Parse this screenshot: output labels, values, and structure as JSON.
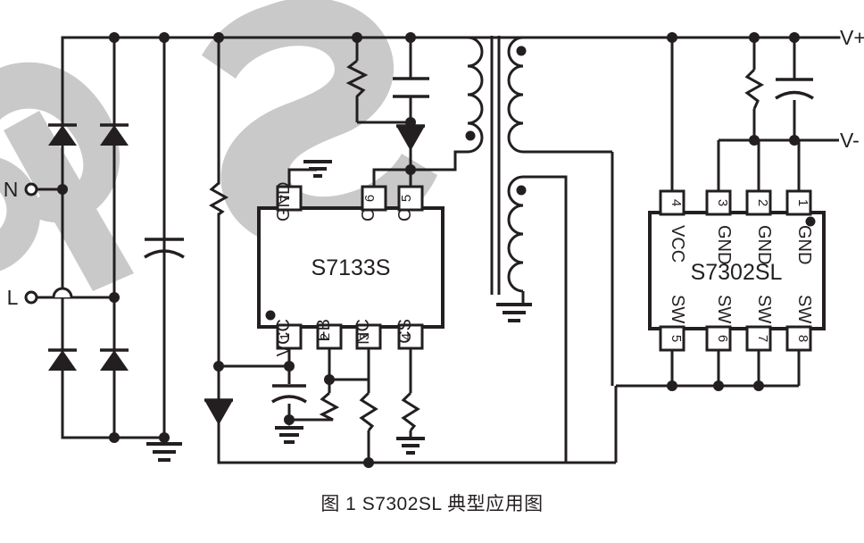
{
  "figure": {
    "caption": "图 1 S7302SL 典型应用图",
    "watermark": "RPS",
    "colors": {
      "line": "#231f20",
      "label": "#231f20",
      "watermark": "#c9c9c9",
      "background": "#ffffff"
    }
  },
  "terminals": [
    {
      "id": "n",
      "label": "N"
    },
    {
      "id": "l",
      "label": "L"
    },
    {
      "id": "vplus",
      "label": "V+"
    },
    {
      "id": "vminus",
      "label": "V-"
    }
  ],
  "ics": [
    {
      "id": "u1",
      "part": "S7133S",
      "pins_top": [
        {
          "number": "7",
          "name": "GND"
        },
        {
          "number": "6",
          "name": "C"
        },
        {
          "number": "5",
          "name": "C"
        }
      ],
      "pins_bottom": [
        {
          "number": "1",
          "name": "VCC"
        },
        {
          "number": "2",
          "name": "FB"
        },
        {
          "number": "3",
          "name": "NC"
        },
        {
          "number": "4",
          "name": "CS"
        }
      ]
    },
    {
      "id": "u2",
      "part": "S7302SL",
      "pins_top": [
        {
          "number": "4",
          "name": "VCC"
        },
        {
          "number": "3",
          "name": "GND"
        },
        {
          "number": "2",
          "name": "GND"
        },
        {
          "number": "1",
          "name": "GND"
        }
      ],
      "pins_bottom": [
        {
          "number": "5",
          "name": "SW"
        },
        {
          "number": "6",
          "name": "SW"
        },
        {
          "number": "7",
          "name": "SW"
        },
        {
          "number": "8",
          "name": "SW"
        }
      ]
    }
  ],
  "components": {
    "diodes": [
      {
        "id": "d1",
        "role": "bridge-rectifier-diode"
      },
      {
        "id": "d2",
        "role": "bridge-rectifier-diode"
      },
      {
        "id": "d3",
        "role": "bridge-rectifier-diode"
      },
      {
        "id": "d4",
        "role": "bridge-rectifier-diode"
      },
      {
        "id": "d5",
        "role": "snubber-clamp-diode"
      },
      {
        "id": "d6",
        "role": "vcc-supply-diode"
      }
    ],
    "resistors": [
      {
        "id": "r1",
        "role": "snubber-resistor"
      },
      {
        "id": "r2",
        "role": "startup-resistor"
      },
      {
        "id": "r3",
        "role": "feedback-resistor-upper"
      },
      {
        "id": "r4",
        "role": "feedback-resistor-lower"
      },
      {
        "id": "r5",
        "role": "current-sense-resistor"
      },
      {
        "id": "r6",
        "role": "output-bleeder-resistor"
      }
    ],
    "capacitors": [
      {
        "id": "c1",
        "role": "input-bulk-capacitor"
      },
      {
        "id": "c2",
        "role": "snubber-capacitor"
      },
      {
        "id": "c3",
        "role": "vcc-decoupling-capacitor"
      },
      {
        "id": "c4",
        "role": "output-capacitor"
      }
    ],
    "transformer": {
      "id": "t1",
      "role": "flyback-transformer",
      "windings": [
        {
          "id": "w-primary",
          "side": "left",
          "dot": "bottom"
        },
        {
          "id": "w-secondary",
          "side": "right",
          "dot": "top"
        },
        {
          "id": "w-auxiliary",
          "side": "right-lower",
          "dot": "top"
        }
      ]
    },
    "grounds": [
      {
        "id": "gnd-ac"
      },
      {
        "id": "gnd-pin7"
      },
      {
        "id": "gnd-vcc"
      },
      {
        "id": "gnd-cs"
      },
      {
        "id": "gnd-aux"
      }
    ]
  }
}
